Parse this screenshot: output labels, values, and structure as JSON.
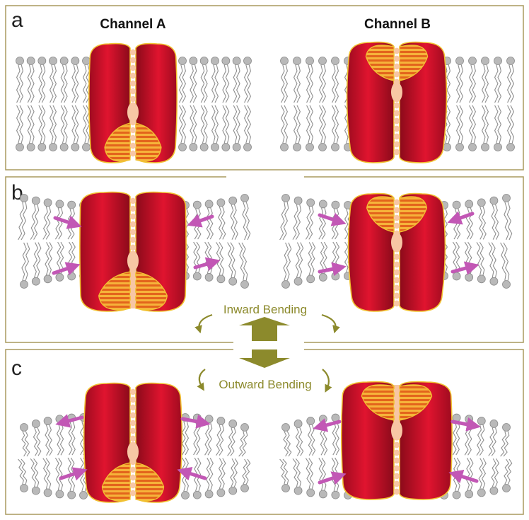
{
  "panels": {
    "a": {
      "letter": "a"
    },
    "b": {
      "letter": "b"
    },
    "c": {
      "letter": "c"
    }
  },
  "titles": {
    "channel_a": "Channel A",
    "channel_b": "Channel B"
  },
  "bending": {
    "inward": "Inward Bending",
    "outward": "Outward Bending"
  },
  "colors": {
    "frame": "#a89a5e",
    "protein": "#c8102e",
    "protein_dark": "#8b0a1a",
    "protein_outline": "#f1c232",
    "hatch": "#e8731f",
    "pore": "#f7c6a4",
    "arrow_force": "#c257b5",
    "arrow_bend": "#8c8a2c",
    "lipid_head": "#b9b9b9",
    "lipid_tail": "#8e8e8e"
  }
}
